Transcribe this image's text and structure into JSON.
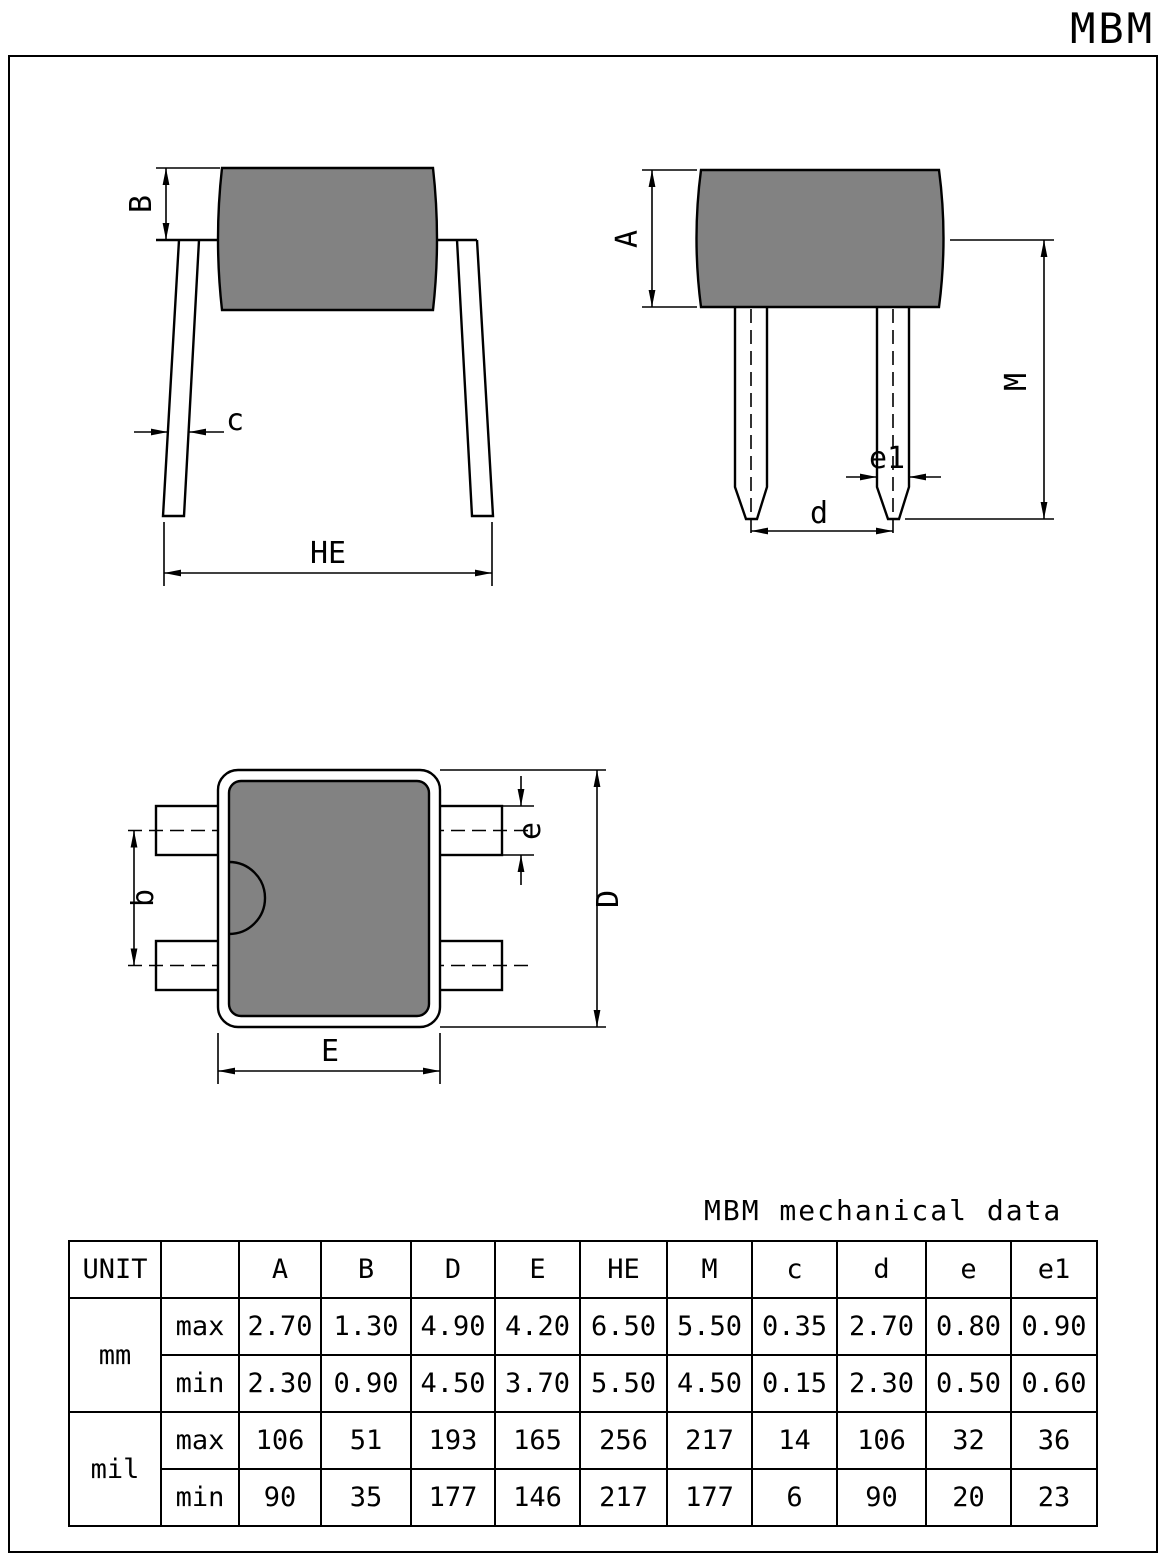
{
  "page": {
    "title": "MBM",
    "table_title": "MBM mechanical data"
  },
  "dimensions": {
    "front": {
      "B": "B",
      "c": "c",
      "HE": "HE"
    },
    "side": {
      "A": "A",
      "M": "M",
      "d": "d",
      "e1": "e1"
    },
    "top": {
      "b": "b",
      "e": "e",
      "D": "D",
      "E": "E"
    }
  },
  "table": {
    "unit_header": "UNIT",
    "columns": [
      "A",
      "B",
      "D",
      "E",
      "HE",
      "M",
      "c",
      "d",
      "e",
      "e1"
    ],
    "units": [
      "mm",
      "mil"
    ],
    "rows": [
      {
        "limit": "max",
        "values": [
          "2.70",
          "1.30",
          "4.90",
          "4.20",
          "6.50",
          "5.50",
          "0.35",
          "2.70",
          "0.80",
          "0.90"
        ]
      },
      {
        "limit": "min",
        "values": [
          "2.30",
          "0.90",
          "4.50",
          "3.70",
          "5.50",
          "4.50",
          "0.15",
          "2.30",
          "0.50",
          "0.60"
        ]
      },
      {
        "limit": "max",
        "values": [
          "106",
          "51",
          "193",
          "165",
          "256",
          "217",
          "14",
          "106",
          "32",
          "36"
        ]
      },
      {
        "limit": "min",
        "values": [
          "90",
          "35",
          "177",
          "146",
          "217",
          "177",
          "6",
          "90",
          "20",
          "23"
        ]
      }
    ]
  }
}
